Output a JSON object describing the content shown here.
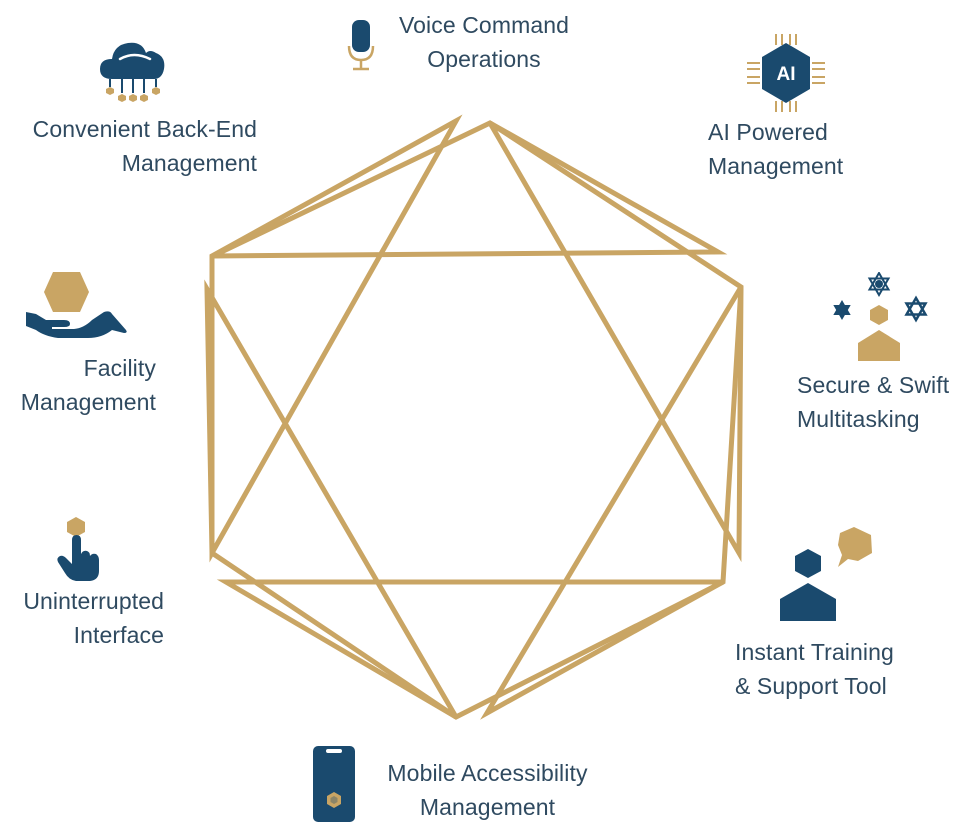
{
  "colors": {
    "gold": "#c9a564",
    "navy": "#1a4a6e",
    "text": "#2f4a60"
  },
  "features": [
    {
      "id": "voice",
      "icon": "microphone-icon",
      "lines": [
        "Voice Command",
        "Operations"
      ]
    },
    {
      "id": "ai",
      "icon": "ai-chip-icon",
      "icon_text": "AI",
      "lines": [
        "AI Powered",
        "Management"
      ]
    },
    {
      "id": "secure",
      "icon": "user-stars-icon",
      "lines": [
        "Secure & Swift",
        "Multitasking"
      ]
    },
    {
      "id": "training",
      "icon": "user-chat-icon",
      "lines": [
        "Instant Training",
        "& Support Tool"
      ]
    },
    {
      "id": "mobile",
      "icon": "mobile-phone-icon",
      "lines": [
        "Mobile Accessibility",
        "Management"
      ]
    },
    {
      "id": "interface",
      "icon": "pointing-hand-icon",
      "lines": [
        "Uninterrupted",
        "Interface"
      ]
    },
    {
      "id": "facility",
      "icon": "hand-hexagon-icon",
      "lines": [
        "Facility",
        "Management"
      ]
    },
    {
      "id": "backend",
      "icon": "cloud-network-icon",
      "lines": [
        "Convenient Back-End",
        "Management"
      ]
    }
  ]
}
